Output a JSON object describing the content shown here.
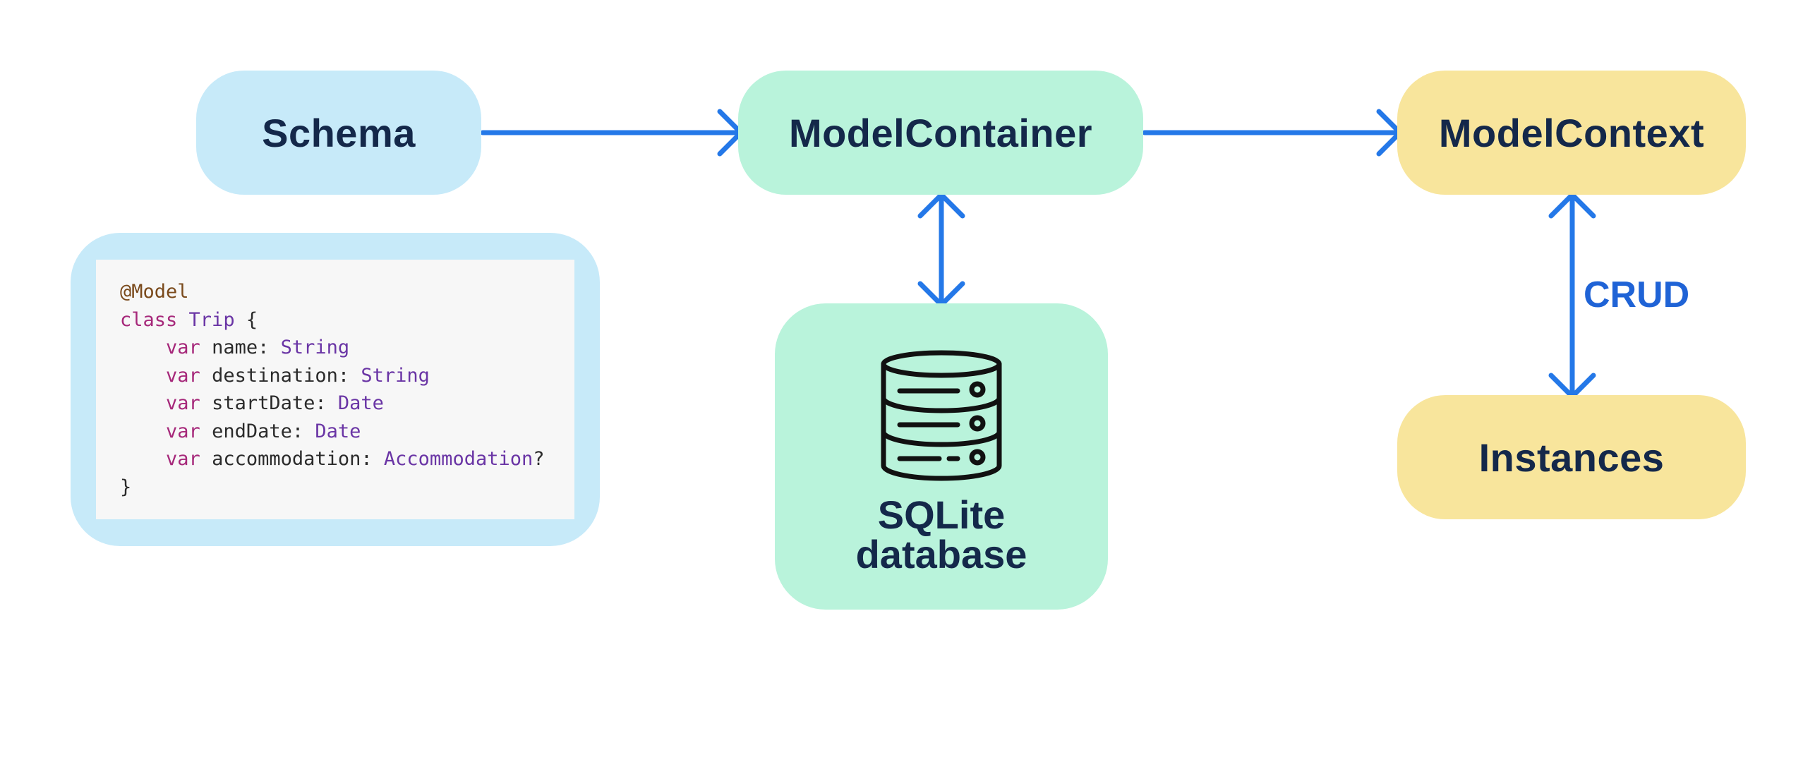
{
  "colors": {
    "arrow": "#2478e8",
    "blue_box": "#c7eaf9",
    "green_box": "#b9f3db",
    "yellow_box": "#f8e59c",
    "text": "#14284a",
    "crud": "#1f63d6"
  },
  "nodes": {
    "schema": "Schema",
    "model_container": "ModelContainer",
    "model_context": "ModelContext",
    "instances": "Instances",
    "sqlite": "SQLite database",
    "sqlite_icon": "database-icon"
  },
  "edges": {
    "crud_label": "CRUD"
  },
  "code": {
    "lines": [
      [
        {
          "t": "@Model",
          "k": "attr"
        }
      ],
      [
        {
          "t": "class",
          "k": "kw"
        },
        {
          "t": " ",
          "k": "plain"
        },
        {
          "t": "Trip",
          "k": "type"
        },
        {
          "t": " {",
          "k": "plain"
        }
      ],
      [
        {
          "t": "    ",
          "k": "plain"
        },
        {
          "t": "var",
          "k": "kw"
        },
        {
          "t": " name: ",
          "k": "plain"
        },
        {
          "t": "String",
          "k": "type"
        }
      ],
      [
        {
          "t": "    ",
          "k": "plain"
        },
        {
          "t": "var",
          "k": "kw"
        },
        {
          "t": " destination: ",
          "k": "plain"
        },
        {
          "t": "String",
          "k": "type"
        }
      ],
      [
        {
          "t": "    ",
          "k": "plain"
        },
        {
          "t": "var",
          "k": "kw"
        },
        {
          "t": " startDate: ",
          "k": "plain"
        },
        {
          "t": "Date",
          "k": "type"
        }
      ],
      [
        {
          "t": "    ",
          "k": "plain"
        },
        {
          "t": "var",
          "k": "kw"
        },
        {
          "t": " endDate: ",
          "k": "plain"
        },
        {
          "t": "Date",
          "k": "type"
        }
      ],
      [
        {
          "t": "    ",
          "k": "plain"
        },
        {
          "t": "var",
          "k": "kw"
        },
        {
          "t": " accommodation: ",
          "k": "plain"
        },
        {
          "t": "Accommodation",
          "k": "type"
        },
        {
          "t": "?",
          "k": "plain"
        }
      ],
      [
        {
          "t": "}",
          "k": "plain"
        }
      ]
    ]
  }
}
